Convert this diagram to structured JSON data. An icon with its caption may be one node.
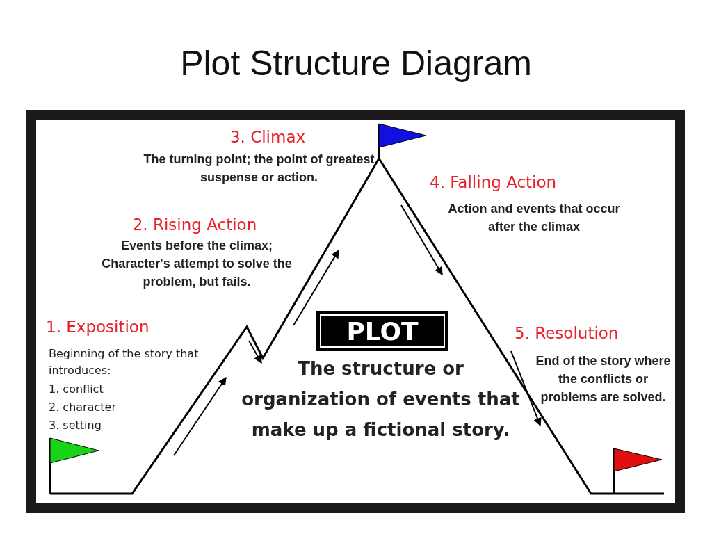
{
  "diagram": {
    "title": "Plot Structure Diagram",
    "nodes": [
      {
        "text": [
          "PLOT"
        ]
      }
    ],
    "labels": [
      "3. Climax",
      "The turning point; the point of greatest suspense or action.",
      "4. Falling Action",
      "Action and events that occur after the climax",
      "2. Rising Action",
      "Events before the climax; Character's attempt to solve the problem, but fails.",
      "1. Exposition",
      "Beginning of the story that introduces:",
      "1. conflict",
      "2. character",
      "3. setting",
      "5. Resolution",
      "End of the story where the conflicts or problems are solved.",
      "The structure or organization of events that make up a fictional story."
    ]
  }
}
